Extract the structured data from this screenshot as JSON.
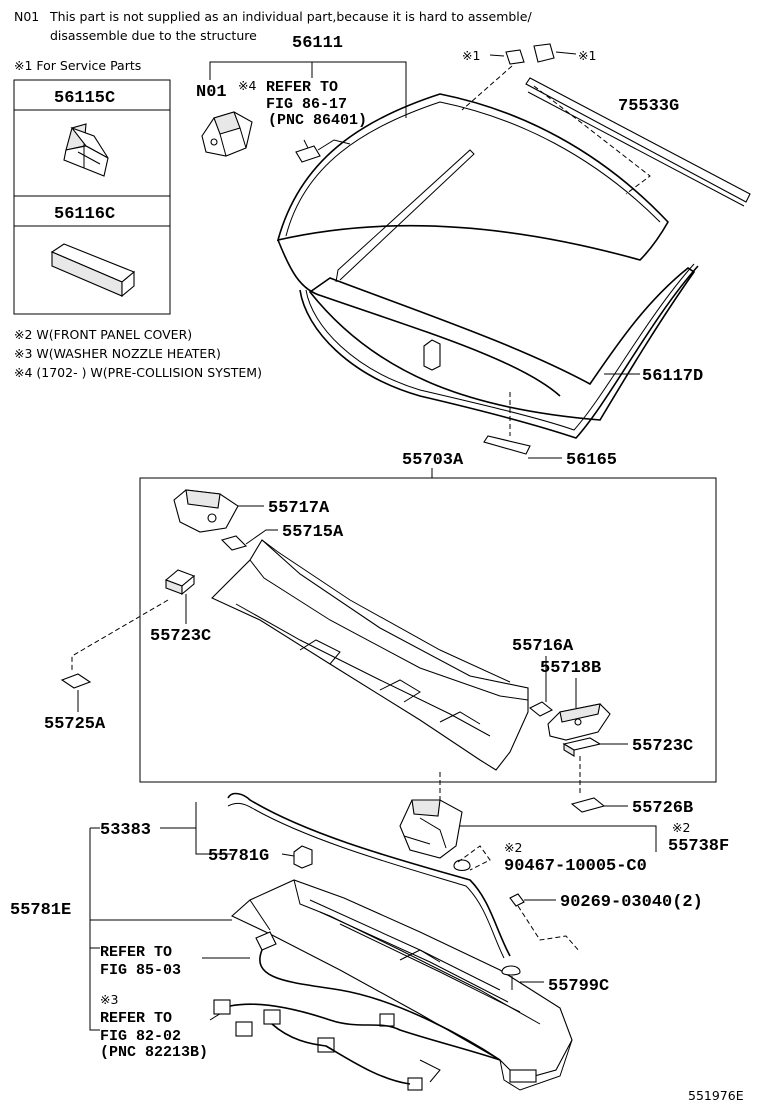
{
  "notes": {
    "n01_code": "N01",
    "n01_line1": "This part is not supplied as an individual part,because it is hard to assemble/",
    "n01_line2": "disassemble due to the structure",
    "service_parts": "※1 For Service Parts",
    "note2": "※2 W(FRONT PANEL COVER)",
    "note3": "※3 W(WASHER NOZZLE HEATER)",
    "note4": "※4 (1702-        ) W(PRE-COLLISION SYSTEM)"
  },
  "service_box": {
    "part1": "56115C",
    "part2": "56116C"
  },
  "labels": {
    "p56111": "56111",
    "n01": "N01",
    "mark4": "※4",
    "refer_to": "REFER TO",
    "fig86": "FIG 86-17",
    "pnc86": "(PNC 86401)",
    "mark1a": "※1",
    "mark1b": "※1",
    "p75533g": "75533G",
    "p56117d": "56117D",
    "p56165": "56165",
    "p55703a": "55703A",
    "p55717a": "55717A",
    "p55715a": "55715A",
    "p55723c_1": "55723C",
    "p55725a": "55725A",
    "p55716a": "55716A",
    "p55718b": "55718B",
    "p55723c_2": "55723C",
    "p55726b": "55726B",
    "mark2b": "※2",
    "p55738f": "55738F",
    "mark2a": "※2",
    "p90467": "90467-10005-C0",
    "p53383": "53383",
    "p55781g": "55781G",
    "p55781e": "55781E",
    "p90269": "90269-03040(2)",
    "ref_a1": "REFER TO",
    "ref_a2": "FIG 85-03",
    "mark3": "※3",
    "ref_b1": "REFER TO",
    "ref_b2": "FIG 82-02",
    "ref_b3": "(PNC 82213B)",
    "p55799c": "55799C",
    "diagram_id": "551976E"
  }
}
